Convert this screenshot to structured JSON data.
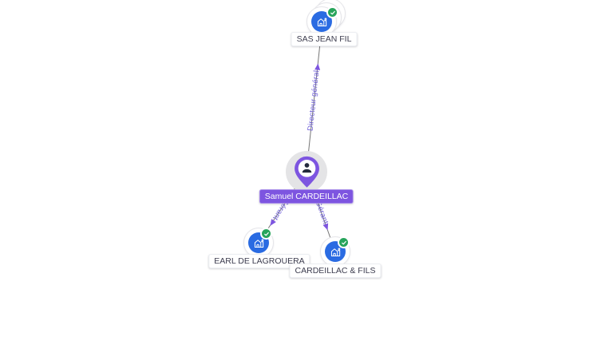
{
  "page": {
    "background": "#ffffff"
  },
  "colors": {
    "accent_purple": "#7D55E0",
    "edge_label_purple": "#6F5FD9",
    "node_blue": "#2A6BE2",
    "verified_green": "#27A45B",
    "edge_gray": "#5C5C5C",
    "halo_gray": "#E4E4E6",
    "label_text_dark": "#3C3C4E"
  },
  "icons": {
    "company": "building-icon",
    "person": "person-icon",
    "person_marker": "map-pin-icon",
    "verified": "check-badge-icon"
  },
  "diagram": {
    "person": {
      "name": "Samuel CARDEILLAC"
    },
    "companies": [
      {
        "name": "SAS JEAN FIL",
        "verified": true,
        "stacked_cards": true
      },
      {
        "name": "EARL DE LAGROUERA",
        "verified": true,
        "stacked_cards": false
      },
      {
        "name": "CARDEILLAC & FILS",
        "verified": true,
        "stacked_cards": false
      }
    ],
    "edges": [
      {
        "from": "Samuel CARDEILLAC",
        "to": "SAS JEAN FIL",
        "label": "Directeur général"
      },
      {
        "from": "Samuel CARDEILLAC",
        "to": "EARL DE LAGROUERA",
        "label": "Gérant"
      },
      {
        "from": "Samuel CARDEILLAC",
        "to": "CARDEILLAC & FILS",
        "label": "Gérant"
      }
    ]
  }
}
